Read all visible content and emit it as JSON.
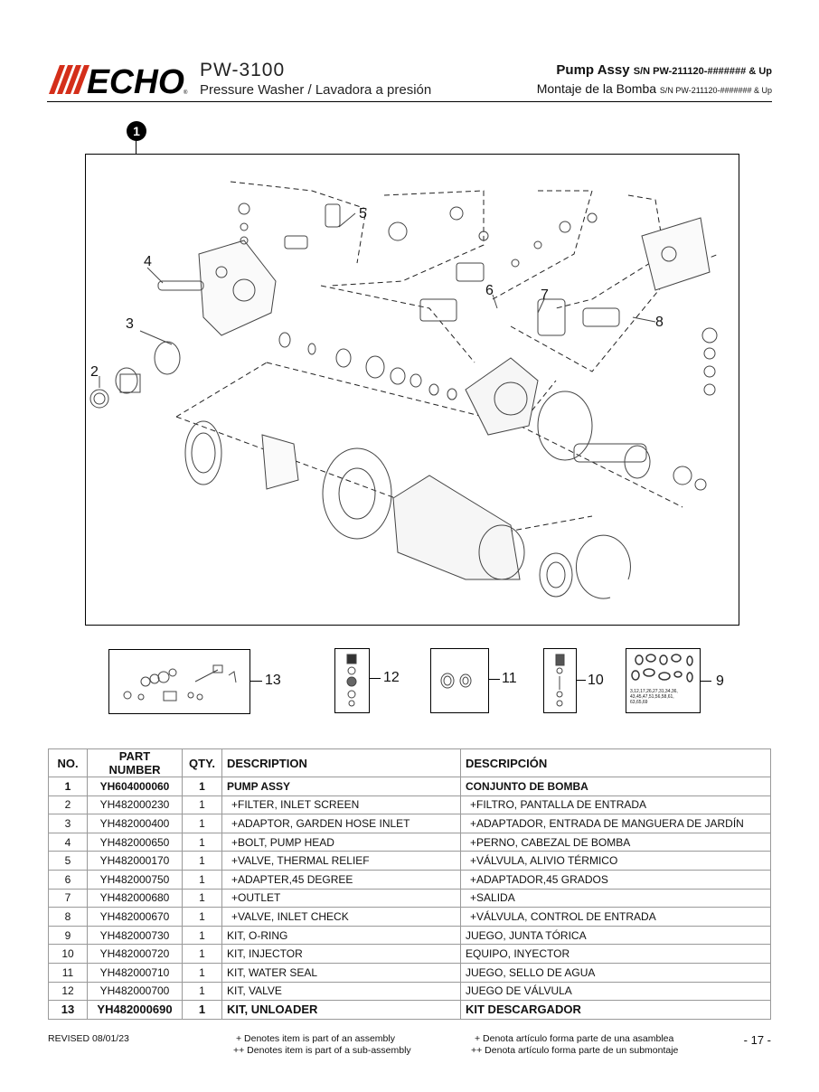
{
  "header": {
    "brand": "ECHO",
    "model": "PW-3100",
    "subtitle": "Pressure Washer / Lavadora a presión",
    "section_title": "Pump Assy",
    "section_sn": "S/N PW-211120-####### & Up",
    "section_title_es": "Montaje de la Bomba",
    "section_sn_es": "S/N PW-211120-####### & Up"
  },
  "diagram": {
    "marker": "1",
    "callouts": [
      "2",
      "3",
      "4",
      "5",
      "6",
      "7",
      "8"
    ],
    "kits": [
      {
        "num": "13"
      },
      {
        "num": "12"
      },
      {
        "num": "11"
      },
      {
        "num": "10"
      },
      {
        "num": "9",
        "note": "3,12,17,26,27,31,34,36, 43,45,47,51,56,58,61, 63,65,69"
      }
    ]
  },
  "table": {
    "headers": [
      "NO.",
      "PART NUMBER",
      "QTY.",
      "DESCRIPTION",
      "DESCRIPCIÓN"
    ],
    "rows": [
      {
        "no": "1",
        "part": "YH604000060",
        "qty": "1",
        "desc": "PUMP ASSY",
        "desc_es": "CONJUNTO DE BOMBA"
      },
      {
        "no": "2",
        "part": "YH482000230",
        "qty": "1",
        "desc": "+FILTER, INLET SCREEN",
        "desc_es": "+FILTRO, PANTALLA DE ENTRADA"
      },
      {
        "no": "3",
        "part": "YH482000400",
        "qty": "1",
        "desc": "+ADAPTOR, GARDEN HOSE INLET",
        "desc_es": "+ADAPTADOR, ENTRADA DE MANGUERA DE JARDÍN"
      },
      {
        "no": "4",
        "part": "YH482000650",
        "qty": "1",
        "desc": "+BOLT, PUMP HEAD",
        "desc_es": "+PERNO, CABEZAL DE BOMBA"
      },
      {
        "no": "5",
        "part": "YH482000170",
        "qty": "1",
        "desc": "+VALVE, THERMAL RELIEF",
        "desc_es": "+VÁLVULA, ALIVIO TÉRMICO"
      },
      {
        "no": "6",
        "part": "YH482000750",
        "qty": "1",
        "desc": "+ADAPTER,45 DEGREE",
        "desc_es": "+ADAPTADOR,45 GRADOS"
      },
      {
        "no": "7",
        "part": "YH482000680",
        "qty": "1",
        "desc": "+OUTLET",
        "desc_es": "+SALIDA"
      },
      {
        "no": "8",
        "part": "YH482000670",
        "qty": "1",
        "desc": "+VALVE, INLET CHECK",
        "desc_es": "+VÁLVULA, CONTROL DE ENTRADA"
      },
      {
        "no": "9",
        "part": "YH482000730",
        "qty": "1",
        "desc": "KIT, O-RING",
        "desc_es": "JUEGO, JUNTA TÓRICA"
      },
      {
        "no": "10",
        "part": "YH482000720",
        "qty": "1",
        "desc": "KIT, INJECTOR",
        "desc_es": "EQUIPO, INYECTOR"
      },
      {
        "no": "11",
        "part": "YH482000710",
        "qty": "1",
        "desc": "KIT, WATER SEAL",
        "desc_es": "JUEGO, SELLO DE AGUA"
      },
      {
        "no": "12",
        "part": "YH482000700",
        "qty": "1",
        "desc": "KIT, VALVE",
        "desc_es": "JUEGO DE VÁLVULA"
      },
      {
        "no": "13",
        "part": "YH482000690",
        "qty": "1",
        "desc": "KIT, UNLOADER",
        "desc_es": "KIT DESCARGADOR"
      }
    ]
  },
  "footer": {
    "revised": "REVISED 08/01/23",
    "note_en_1": "+ Denotes item is part of an assembly",
    "note_en_2": "++ Denotes item is part of a sub-assembly",
    "note_es_1": "+ Denota artículo forma parte de una asamblea",
    "note_es_2": "++ Denota artículo forma parte de un submontaje",
    "page": "- 17 -"
  }
}
